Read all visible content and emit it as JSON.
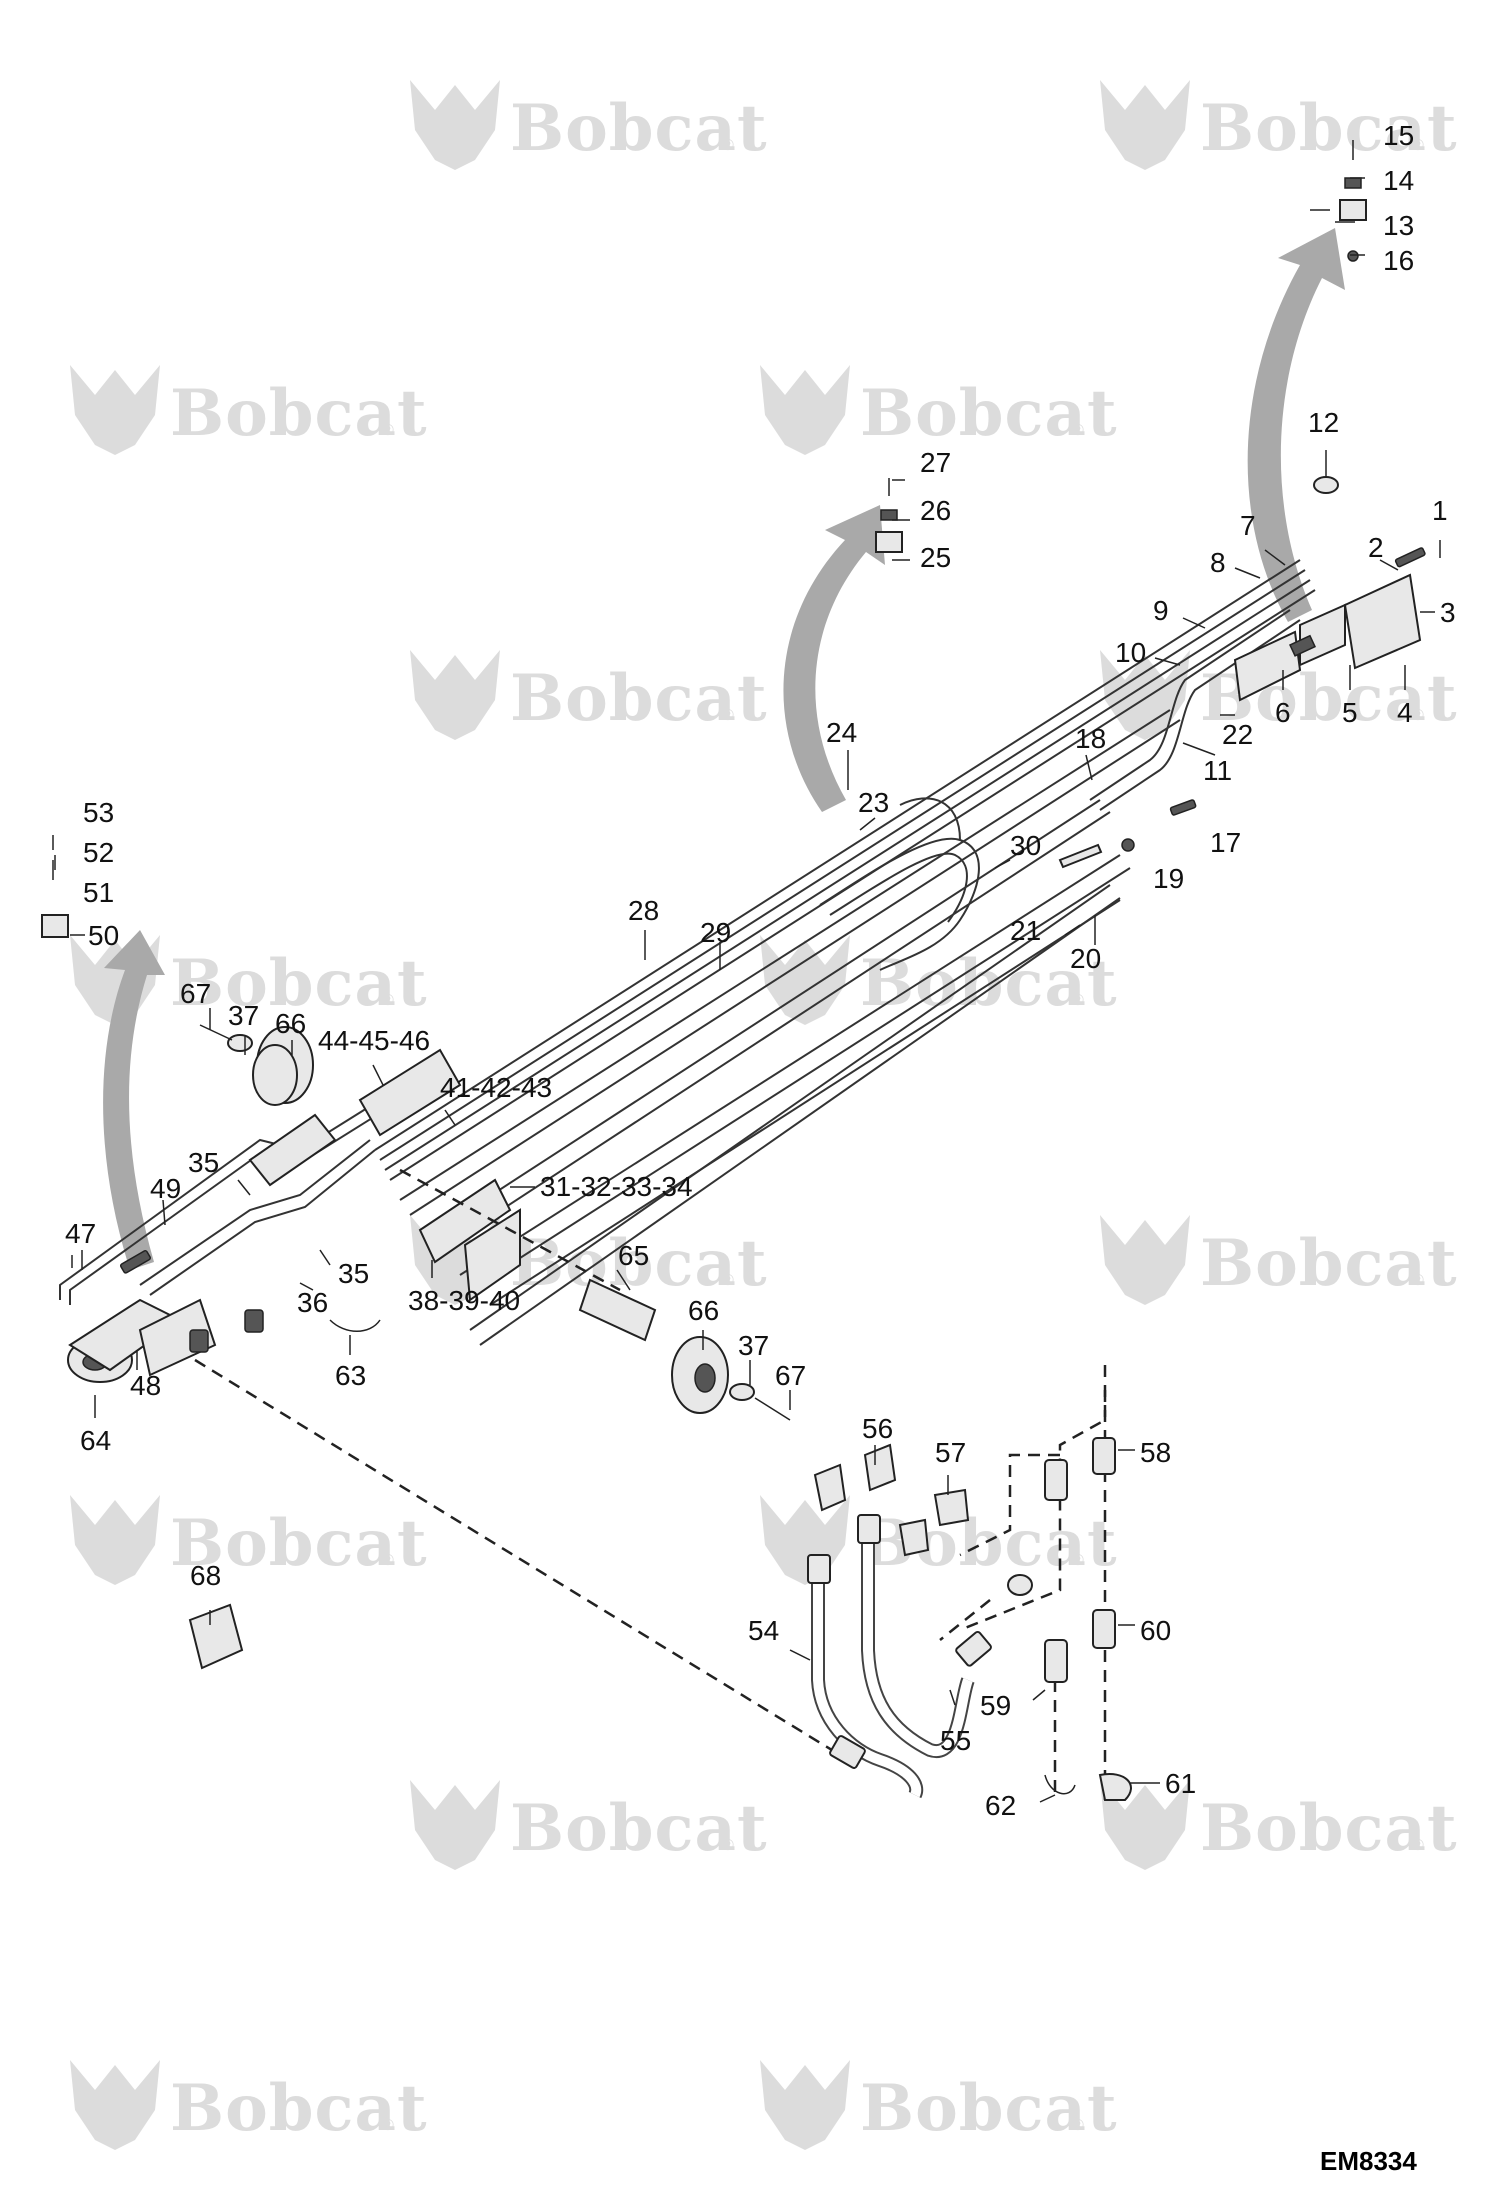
{
  "watermark": {
    "brand": "Bobcat",
    "mark": "®"
  },
  "drawing_code": "EM8334",
  "callouts": {
    "c1": "1",
    "c2": "2",
    "c3": "3",
    "c4": "4",
    "c5": "5",
    "c6": "6",
    "c7": "7",
    "c8": "8",
    "c9": "9",
    "c10": "10",
    "c11": "11",
    "c12": "12",
    "c13": "13",
    "c14": "14",
    "c15": "15",
    "c16": "16",
    "c17": "17",
    "c18": "18",
    "c19": "19",
    "c20": "20",
    "c21": "21",
    "c22": "22",
    "c23": "23",
    "c24": "24",
    "c25": "25",
    "c26": "26",
    "c27": "27",
    "c28": "28",
    "c29": "29",
    "c30": "30",
    "c31_34": "31-32-33-34",
    "c35a": "35",
    "c35b": "35",
    "c36": "36",
    "c37a": "37",
    "c37b": "37",
    "c38_40": "38-39-40",
    "c41_43": "41-42-43",
    "c44_46": "44-45-46",
    "c47": "47",
    "c48": "48",
    "c49": "49",
    "c50": "50",
    "c51": "51",
    "c52": "52",
    "c53": "53",
    "c54": "54",
    "c55": "55",
    "c56": "56",
    "c57": "57",
    "c58": "58",
    "c59": "59",
    "c60": "60",
    "c61": "61",
    "c62": "62",
    "c63": "63",
    "c64": "64",
    "c65": "65",
    "c66a": "66",
    "c66b": "66",
    "c67a": "67",
    "c67b": "67",
    "c68": "68"
  }
}
